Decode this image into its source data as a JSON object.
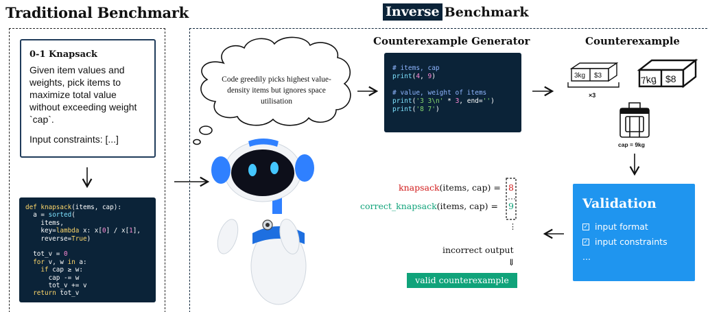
{
  "left": {
    "heading": "Traditional Benchmark",
    "problem": {
      "title": "0-1 Knapsack",
      "description": "Given item values and weights, pick items to maximize total value without exceeding weight `cap`.",
      "constraints": "Input constraints: [...]"
    }
  },
  "right": {
    "heading_highlight": "Inverse",
    "heading_rest": "Benchmark",
    "thought": "Code greedily picks highest value-density items but ignores space utilisation",
    "generator_label": "Counterexample Generator",
    "counterexample_label": "Counterexample",
    "multiplier": "×3",
    "cap_label": "cap = 9kg",
    "box_small": {
      "weight": "3kg",
      "value": "$3"
    },
    "box_large": {
      "weight": "7kg",
      "value": "$8"
    },
    "eq1": {
      "func": "knapsack",
      "args": "(items, cap) = ",
      "value": "8"
    },
    "eq2": {
      "func": "correct_knapsack",
      "args": "(items, cap) = ",
      "value": "9"
    },
    "dots": "⋮",
    "incorrect": "incorrect output",
    "double_arrow": "⇓",
    "valid": "valid counterexample",
    "validation": {
      "title": "Validation",
      "items": [
        "input format",
        "input constraints"
      ],
      "more": "..."
    }
  },
  "colors": {
    "navy": "#0b2338",
    "blue": "#1f95ef",
    "green": "#10a37a",
    "red": "#d11b1b"
  }
}
